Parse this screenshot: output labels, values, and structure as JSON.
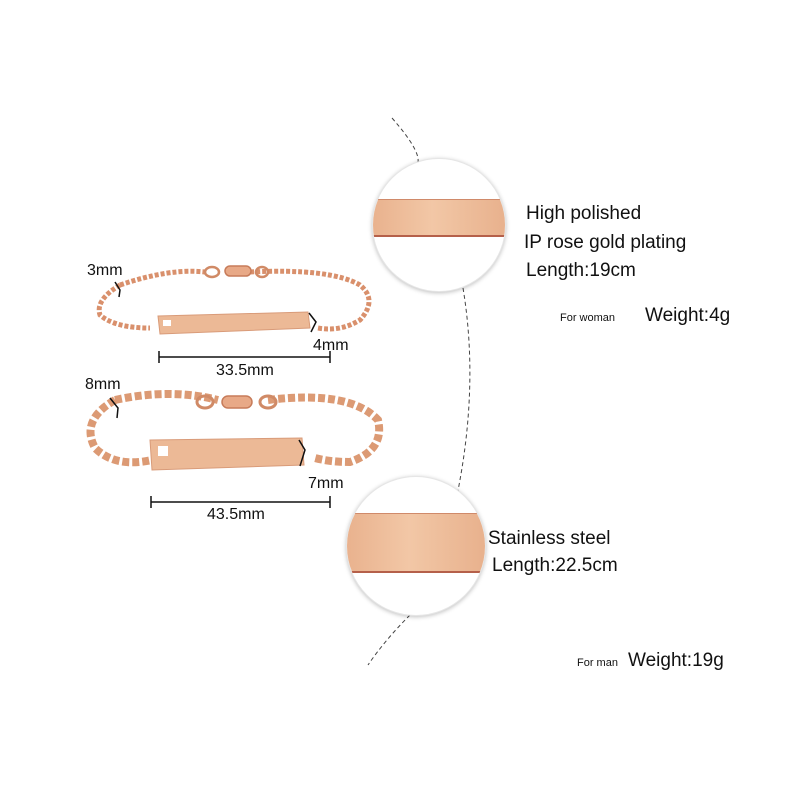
{
  "product": {
    "colors": {
      "rose_gold": "#E8AE8A",
      "rose_gold_dark": "#B5604A",
      "text": "#111111",
      "background": "#FFFFFF"
    },
    "women_bracelet": {
      "chain_width_label": "3mm",
      "plate_height_label": "4mm",
      "plate_length_label": "33.5mm"
    },
    "men_bracelet": {
      "chain_width_label": "8mm",
      "plate_height_label": "7mm",
      "plate_length_label": "43.5mm"
    },
    "women_specs": {
      "line1": "High polished",
      "line2": "IP rose gold plating",
      "line3": "Length:19cm",
      "for_label": "For woman",
      "weight": "Weight:4g"
    },
    "men_specs": {
      "line1": "Stainless steel",
      "line2": "Length:22.5cm",
      "for_label": "For man",
      "weight": "Weight:19g"
    }
  }
}
